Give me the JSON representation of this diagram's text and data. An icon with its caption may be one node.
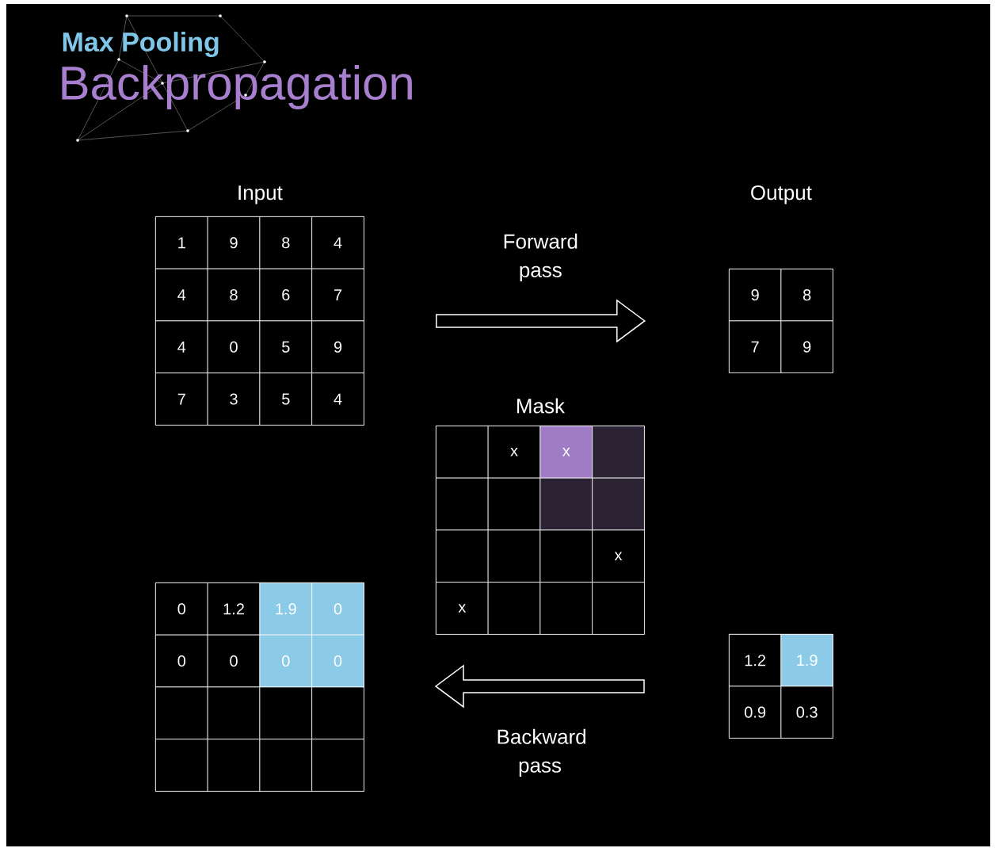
{
  "diagram": {
    "title": "Max Pooling",
    "labels": [
      "Backpropagation"
    ],
    "nodes": [
      {
        "text": [
          "Input"
        ]
      },
      {
        "text": [
          "1"
        ],
        "in": 0
      },
      {
        "text": [
          "9"
        ],
        "in": 0
      },
      {
        "text": [
          "8"
        ],
        "in": 0
      },
      {
        "text": [
          "4"
        ],
        "in": 0
      },
      {
        "text": [
          "4"
        ],
        "in": 0
      },
      {
        "text": [
          "8"
        ],
        "in": 0
      },
      {
        "text": [
          "6"
        ],
        "in": 0
      },
      {
        "text": [
          "7"
        ],
        "in": 0
      },
      {
        "text": [
          "4"
        ],
        "in": 0
      },
      {
        "text": [
          "0"
        ],
        "in": 0
      },
      {
        "text": [
          "5"
        ],
        "in": 0
      },
      {
        "text": [
          "9"
        ],
        "in": 0
      },
      {
        "text": [
          "7"
        ],
        "in": 0
      },
      {
        "text": [
          "3"
        ],
        "in": 0
      },
      {
        "text": [
          "5"
        ],
        "in": 0
      },
      {
        "text": [
          "4"
        ],
        "in": 0
      },
      {
        "text": [
          "Output"
        ]
      },
      {
        "text": [
          "9"
        ],
        "in": 17
      },
      {
        "text": [
          "8"
        ],
        "in": 17
      },
      {
        "text": [
          "7"
        ],
        "in": 17
      },
      {
        "text": [
          "9"
        ],
        "in": 17
      },
      {
        "text": [
          "Mask"
        ]
      },
      {
        "text": [],
        "shape": "box",
        "in": 22
      },
      {
        "text": [
          "x"
        ],
        "in": 22
      },
      {
        "text": [
          "x"
        ],
        "in": 22
      },
      {
        "text": [],
        "shape": "box",
        "in": 22
      },
      {
        "text": [],
        "shape": "box",
        "in": 22
      },
      {
        "text": [],
        "shape": "box",
        "in": 22
      },
      {
        "text": [],
        "shape": "box",
        "in": 22
      },
      {
        "text": [],
        "shape": "box",
        "in": 22
      },
      {
        "text": [],
        "shape": "box",
        "in": 22
      },
      {
        "text": [],
        "shape": "box",
        "in": 22
      },
      {
        "text": [],
        "shape": "box",
        "in": 22
      },
      {
        "text": [
          "x"
        ],
        "in": 22
      },
      {
        "text": [
          "x"
        ],
        "in": 22
      },
      {
        "text": [],
        "shape": "box",
        "in": 22
      },
      {
        "text": [],
        "shape": "box",
        "in": 22
      },
      {
        "text": [],
        "shape": "box",
        "in": 22
      },
      {
        "text": [],
        "shape": "box"
      },
      {
        "text": [
          "0"
        ],
        "in": 39
      },
      {
        "text": [
          "1.2"
        ],
        "in": 39
      },
      {
        "text": [
          "1.9"
        ],
        "in": 39
      },
      {
        "text": [
          "0"
        ],
        "in": 39
      },
      {
        "text": [
          "0"
        ],
        "in": 39
      },
      {
        "text": [
          "0"
        ],
        "in": 39
      },
      {
        "text": [
          "0"
        ],
        "in": 39
      },
      {
        "text": [
          "0"
        ],
        "in": 39
      },
      {
        "text": [],
        "shape": "box",
        "in": 39
      },
      {
        "text": [],
        "shape": "box",
        "in": 39
      },
      {
        "text": [],
        "shape": "box",
        "in": 39
      },
      {
        "text": [],
        "shape": "box",
        "in": 39
      },
      {
        "text": [],
        "shape": "box",
        "in": 39
      },
      {
        "text": [],
        "shape": "box",
        "in": 39
      },
      {
        "text": [],
        "shape": "box",
        "in": 39
      },
      {
        "text": [],
        "shape": "box",
        "in": 39
      },
      {
        "text": [],
        "shape": "box"
      },
      {
        "text": [
          "1.2"
        ],
        "in": 56
      },
      {
        "text": [
          "1.9"
        ],
        "in": 56
      },
      {
        "text": [
          "0.9"
        ],
        "in": 56
      },
      {
        "text": [
          "0.3"
        ],
        "in": 56
      }
    ],
    "edges": [
      {
        "from": 0,
        "to": 17,
        "arrow": "to",
        "label": "Forward pass"
      },
      {
        "from": 56,
        "to": 39,
        "arrow": "to",
        "label": "Backward pass"
      }
    ]
  }
}
